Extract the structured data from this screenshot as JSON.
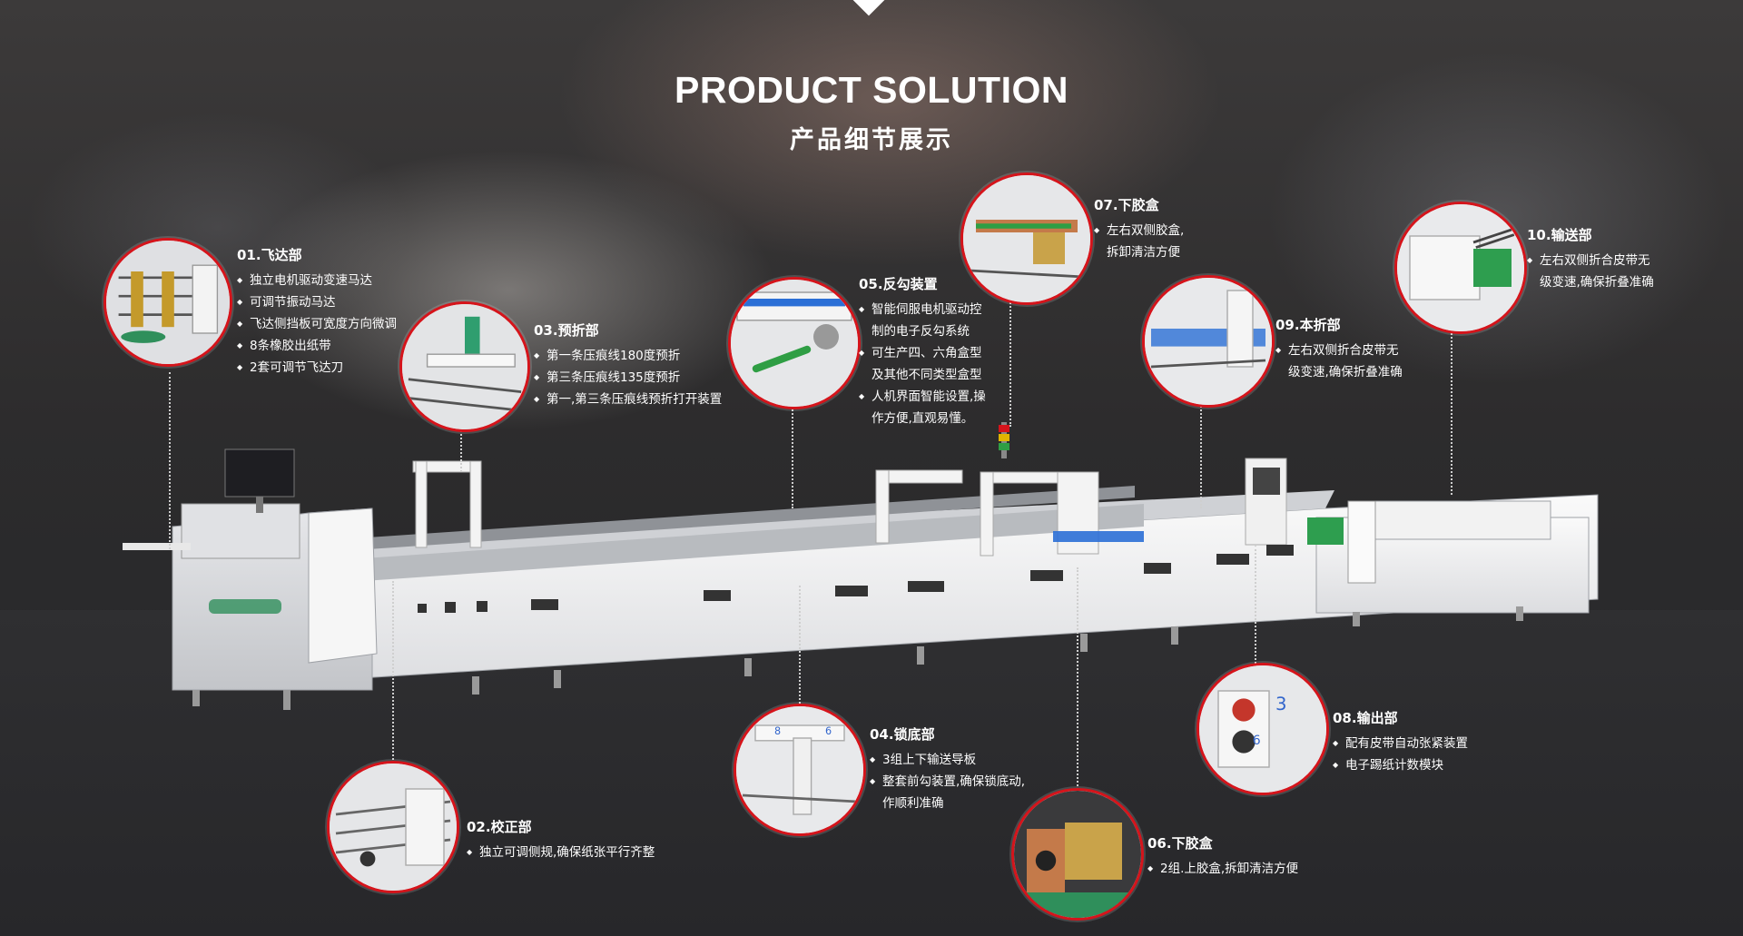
{
  "header": {
    "title": "PRODUCT SOLUTION",
    "subtitle": "产品细节展示"
  },
  "colors": {
    "accent": "#d5141b",
    "text": "#ffffff",
    "background": "#2b2b2d"
  },
  "features": [
    {
      "id": "01",
      "title": "01.飞达部",
      "lines": [
        "独立电机驱动变速马达",
        "可调节振动马达",
        "飞达侧挡板可宽度方向微调",
        "8条橡胶出纸带",
        "2套可调节飞达刀"
      ]
    },
    {
      "id": "02",
      "title": "02.校正部",
      "lines": [
        "独立可调侧规,确保纸张平行齐整"
      ]
    },
    {
      "id": "03",
      "title": "03.预折部",
      "lines": [
        "第一条压痕线180度预折",
        "第三条压痕线135度预折",
        "第一,第三条压痕线预折打开装置"
      ]
    },
    {
      "id": "04",
      "title": "04.锁底部",
      "lines": [
        "3组上下输送导板",
        "整套前勾装置,确保锁底动,",
        "作顺利准确"
      ]
    },
    {
      "id": "05",
      "title": "05.反勾装置",
      "lines": [
        "智能伺服电机驱动控",
        "制的电子反勾系统",
        "可生产四、六角盒型",
        "及其他不同类型盒型",
        "人机界面智能设置,操",
        "作方便,直观易懂。"
      ]
    },
    {
      "id": "06",
      "title": "06.下胶盒",
      "lines": [
        "2组.上胶盒,拆卸清洁方便"
      ]
    },
    {
      "id": "07",
      "title": "07.下胶盒",
      "lines": [
        "左右双侧胶盒,",
        "拆卸清洁方便"
      ]
    },
    {
      "id": "08",
      "title": "08.输出部",
      "lines": [
        "配有皮带自动张紧装置",
        "电子踢纸计数模块"
      ]
    },
    {
      "id": "09",
      "title": "09.本折部",
      "lines": [
        "左右双侧折合皮带无",
        "级变速,确保折叠准确"
      ]
    },
    {
      "id": "10",
      "title": "10.输送部",
      "lines": [
        "左右双侧折合皮带无",
        "级变速,确保折叠准确"
      ]
    }
  ]
}
